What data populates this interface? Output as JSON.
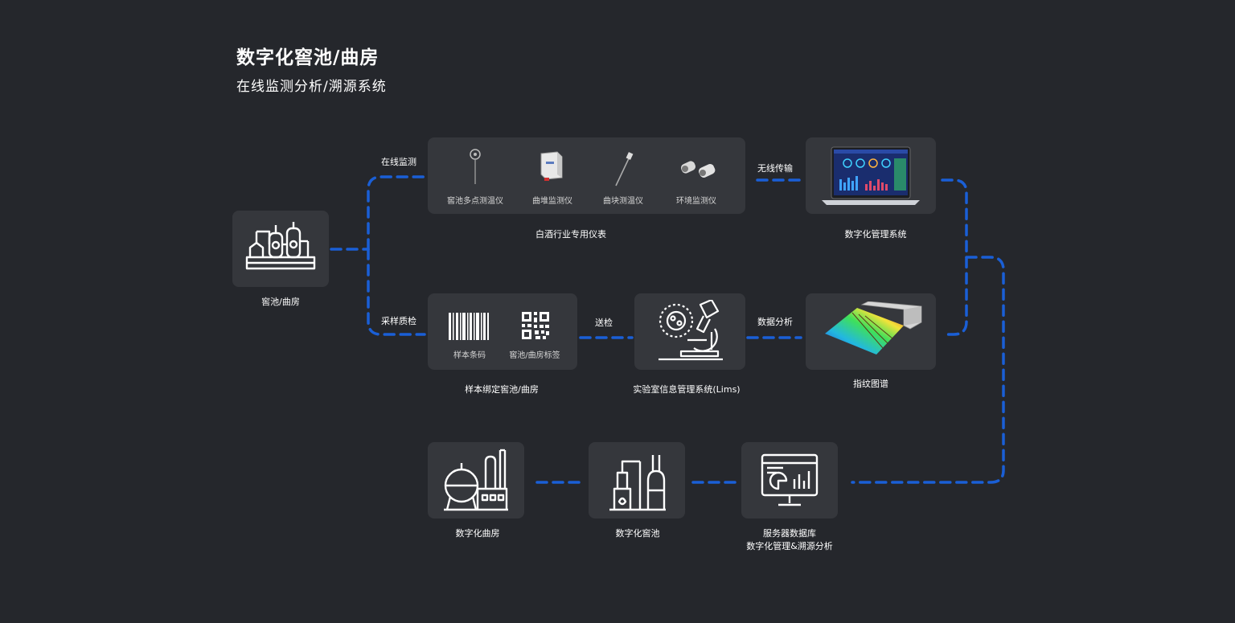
{
  "header": {
    "title": "数字化窖池/曲房",
    "subtitle": "在线监测分析/溯源系统"
  },
  "colors": {
    "background": "#25272c",
    "card": "#35373c",
    "connector": "#1a5fd6"
  },
  "source": {
    "label": "窖池/曲房",
    "icon": "distillery-icon"
  },
  "online_branch": {
    "label": "在线监测",
    "card_label": "白酒行业专用仪表",
    "devices": [
      {
        "label": "窖池多点测温仪",
        "icon": "thermometer-probe-icon"
      },
      {
        "label": "曲堆监测仪",
        "icon": "monitor-box-icon"
      },
      {
        "label": "曲块测温仪",
        "icon": "probe-needle-icon"
      },
      {
        "label": "环境监测仪",
        "icon": "sensor-pair-icon"
      }
    ],
    "transfer_label": "无线传输",
    "system": {
      "label": "数字化管理系统",
      "icon": "laptop-dashboard-icon"
    }
  },
  "sampling_branch": {
    "label": "采样质检",
    "card_label": "样本绑定窖池/曲房",
    "items": [
      {
        "label": "样本条码",
        "icon": "barcode-icon"
      },
      {
        "label": "窖池/曲房标签",
        "icon": "qr-code-icon"
      }
    ],
    "send_label": "送检",
    "lims": {
      "label": "实验室信息管理系统(Lims)",
      "icon": "microscope-icon"
    },
    "analysis_label": "数据分析",
    "fingerprint": {
      "label": "指纹图谱",
      "icon": "3d-spectrum-icon"
    }
  },
  "bottom_row": [
    {
      "label": "数字化曲房",
      "icon": "factory-tank-icon"
    },
    {
      "label": "数字化窖池",
      "icon": "distillery-towers-icon"
    },
    {
      "label": "服务器数据库",
      "label2": "数字化管理&溯源分析",
      "icon": "monitor-chart-icon"
    }
  ]
}
